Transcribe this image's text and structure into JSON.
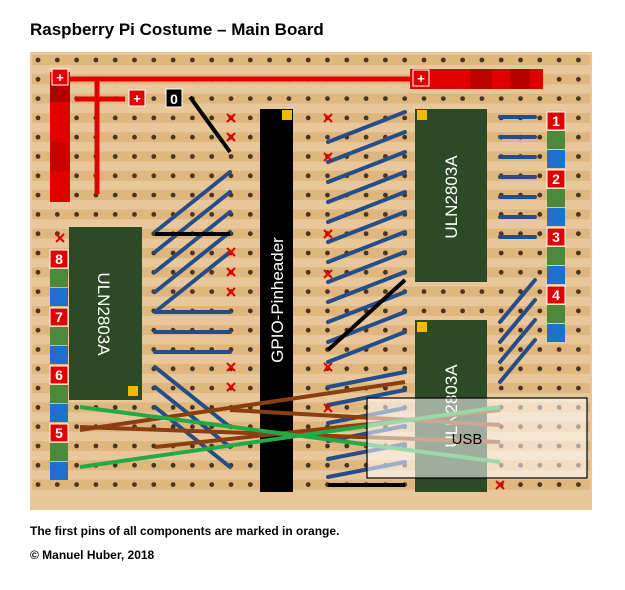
{
  "title": "Raspberry Pi Costume – Main Board",
  "caption": "The first pins of all components are marked in orange.",
  "copyright": "© Manuel Huber, 2018",
  "board": {
    "pin0_label": "0",
    "plus_label": "+",
    "gpio_label": "GPIO-Pinheader",
    "chip_label": "ULN2803A",
    "usb_label": "USB",
    "channels": [
      "1",
      "2",
      "3",
      "4",
      "5",
      "6",
      "7",
      "8"
    ]
  },
  "colors": {
    "board": "#e8c89a",
    "hole": "#4a3522",
    "red": "#e00000",
    "chip": "#2d4a27",
    "header": "#000000",
    "pin1_marker": "#f5b800",
    "jumper": "#244d8a",
    "wire_black": "#000000",
    "wire_brown": "#8b3e0f",
    "wire_green": "#22aa44",
    "connector_green": "#4a8a3a",
    "connector_blue": "#1f6fcc",
    "cut_mark": "#e00000"
  }
}
